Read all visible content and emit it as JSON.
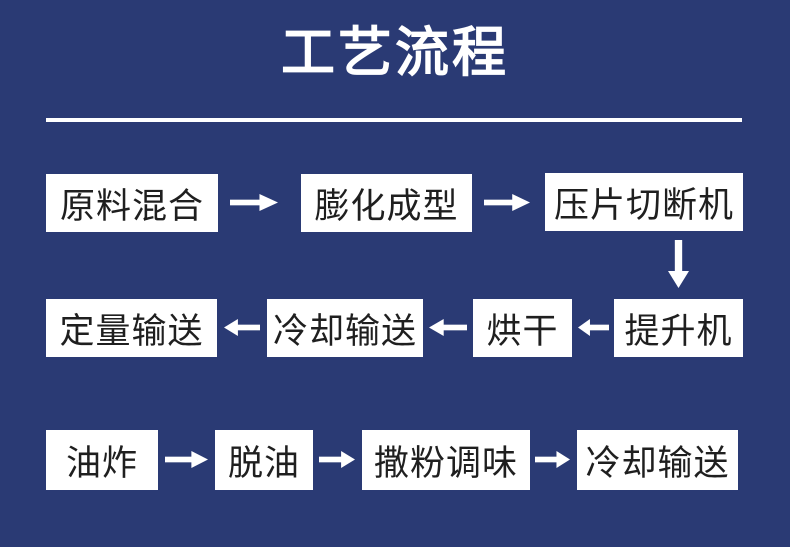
{
  "page": {
    "title": "工艺流程",
    "colors": {
      "background": "#2A3A74",
      "box_background": "#FFFFFF",
      "box_text": "#1F1F1F",
      "arrow": "#FFFFFF",
      "title_text": "#FFFFFF",
      "divider": "#FFFFFF"
    }
  },
  "flow": {
    "rows": [
      {
        "direction": "left-to-right",
        "steps": [
          "原料混合",
          "膨化成型",
          "压片切断机"
        ]
      },
      {
        "direction": "right-to-left",
        "steps": [
          "定量输送",
          "冷却输送",
          "烘干",
          "提升机"
        ]
      },
      {
        "direction": "left-to-right",
        "steps": [
          "油炸",
          "脱油",
          "撒粉调味",
          "冷却输送"
        ]
      }
    ],
    "connector": {
      "from": "压片切断机",
      "to": "提升机",
      "direction": "down"
    }
  }
}
